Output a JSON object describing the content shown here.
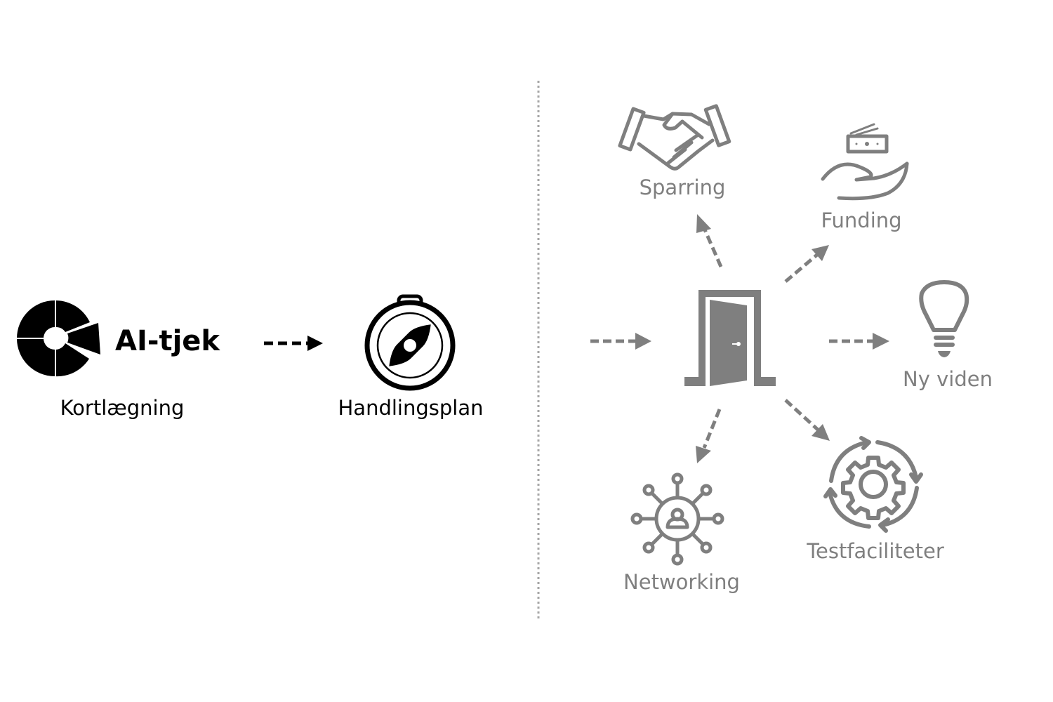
{
  "colors": {
    "primary": "#000000",
    "secondary": "#7f7f7f",
    "divider": "#a6a6a6",
    "background": "#ffffff"
  },
  "left_flow": {
    "step1": {
      "brand": "AI-tjek",
      "label": "Kortlægning",
      "icon": "segmented-donut-icon"
    },
    "step2": {
      "label": "Handlingsplan",
      "icon": "compass-icon"
    }
  },
  "right_flow": {
    "hub": {
      "icon": "open-door-icon"
    },
    "outcomes": [
      {
        "id": "sparring",
        "label": "Sparring",
        "icon": "handshake-icon"
      },
      {
        "id": "funding",
        "label": "Funding",
        "icon": "hand-money-icon"
      },
      {
        "id": "ny-viden",
        "label": "Ny viden",
        "icon": "lightbulb-icon"
      },
      {
        "id": "testfaciliteter",
        "label": "Testfaciliteter",
        "icon": "gear-cycle-icon"
      },
      {
        "id": "networking",
        "label": "Networking",
        "icon": "network-person-icon"
      }
    ]
  }
}
